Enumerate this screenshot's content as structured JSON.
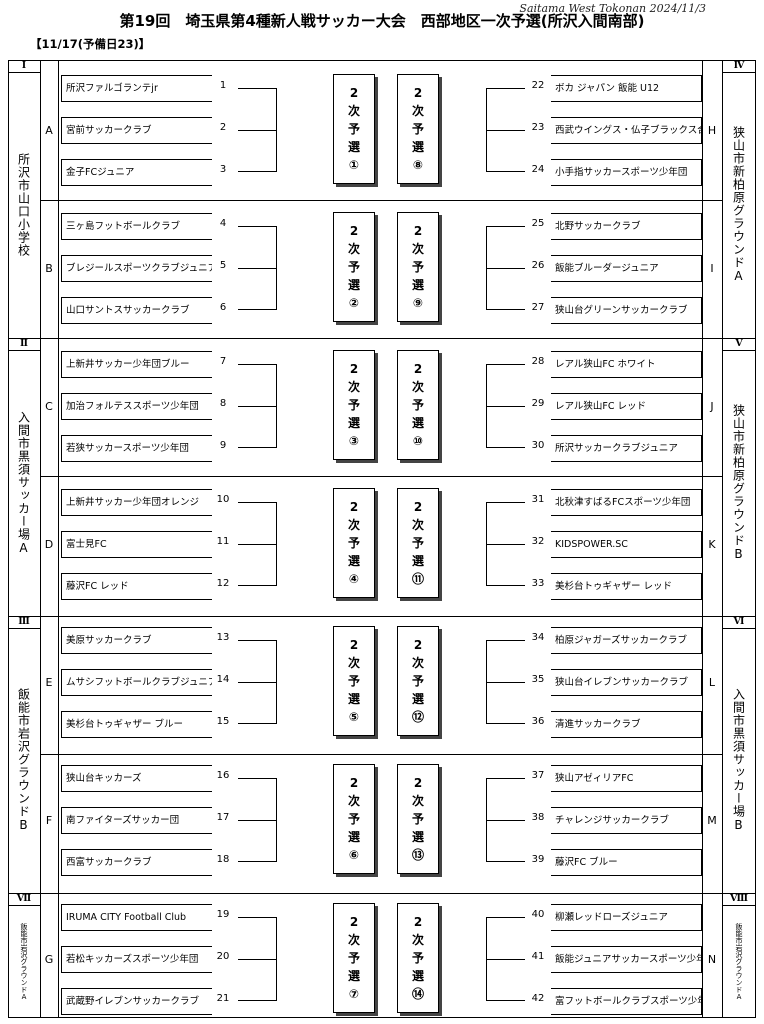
{
  "title": "第19回　埼玉県第4種新人戦サッカー大会　西部地区一次予選(所沢入間南部)",
  "watermark": "Saitama West Tokonan 2024/11/3",
  "date_note": "【11/17(予備日23)】",
  "venues_left": [
    {
      "roman": "Ⅰ",
      "name": "所沢市山口小学校"
    },
    {
      "roman": "Ⅱ",
      "name": "入間市黒須サッカー場A"
    },
    {
      "roman": "Ⅲ",
      "name": "飯能市岩沢グラウンドB"
    },
    {
      "roman": "Ⅶ",
      "name": "飯能市岩沢グラウンドA"
    }
  ],
  "venues_right": [
    {
      "roman": "Ⅳ",
      "name": "狭山市新柏原グラウンドA"
    },
    {
      "roman": "Ⅴ",
      "name": "狭山市新柏原グラウンドB"
    },
    {
      "roman": "Ⅵ",
      "name": "入間市黒須サッカー場B"
    },
    {
      "roman": "Ⅷ",
      "name": "飯能市岩沢グラウンドA"
    }
  ],
  "blocks": [
    {
      "left_group": "A",
      "right_group": "H",
      "q_left": [
        "2",
        "次",
        "予",
        "選",
        "①"
      ],
      "q_right": [
        "2",
        "次",
        "予",
        "選",
        "⑧"
      ],
      "left": [
        {
          "num": "1",
          "name": "所沢ファルゴランテjr"
        },
        {
          "num": "2",
          "name": "宮前サッカークラブ"
        },
        {
          "num": "3",
          "name": "金子FCジュニア"
        }
      ],
      "right": [
        {
          "num": "22",
          "name": "ボカ ジャパン 飯能 U12"
        },
        {
          "num": "23",
          "name": "西武ウイングス・仏子ブラックス合同"
        },
        {
          "num": "24",
          "name": "小手指サッカースポーツ少年団"
        }
      ]
    },
    {
      "left_group": "B",
      "right_group": "I",
      "q_left": [
        "2",
        "次",
        "予",
        "選",
        "②"
      ],
      "q_right": [
        "2",
        "次",
        "予",
        "選",
        "⑨"
      ],
      "left": [
        {
          "num": "4",
          "name": "三ヶ島フットボールクラブ"
        },
        {
          "num": "5",
          "name": "ブレジールスポーツクラブジュニア"
        },
        {
          "num": "6",
          "name": "山口サントスサッカークラブ"
        }
      ],
      "right": [
        {
          "num": "25",
          "name": "北野サッカークラブ"
        },
        {
          "num": "26",
          "name": "飯能ブルーダージュニア"
        },
        {
          "num": "27",
          "name": "狭山台グリーンサッカークラブ"
        }
      ]
    },
    {
      "left_group": "C",
      "right_group": "J",
      "q_left": [
        "2",
        "次",
        "予",
        "選",
        "③"
      ],
      "q_right": [
        "2",
        "次",
        "予",
        "選",
        "⑩"
      ],
      "left": [
        {
          "num": "7",
          "name": "上新井サッカー少年団ブルー"
        },
        {
          "num": "8",
          "name": "加治フォルテススポーツ少年団"
        },
        {
          "num": "9",
          "name": "若狭サッカースポーツ少年団"
        }
      ],
      "right": [
        {
          "num": "28",
          "name": "レアル狭山FC ホワイト"
        },
        {
          "num": "29",
          "name": "レアル狭山FC レッド"
        },
        {
          "num": "30",
          "name": "所沢サッカークラブジュニア"
        }
      ]
    },
    {
      "left_group": "D",
      "right_group": "K",
      "q_left": [
        "2",
        "次",
        "予",
        "選",
        "④"
      ],
      "q_right": [
        "2",
        "次",
        "予",
        "選",
        "⑪"
      ],
      "left": [
        {
          "num": "10",
          "name": "上新井サッカー少年団オレンジ"
        },
        {
          "num": "11",
          "name": "富士見FC"
        },
        {
          "num": "12",
          "name": "藤沢FC レッド"
        }
      ],
      "right": [
        {
          "num": "31",
          "name": "北秋津すばるFCスポーツ少年団"
        },
        {
          "num": "32",
          "name": "KIDSPOWER.SC"
        },
        {
          "num": "33",
          "name": "美杉台トゥギャザー レッド"
        }
      ]
    },
    {
      "left_group": "E",
      "right_group": "L",
      "q_left": [
        "2",
        "次",
        "予",
        "選",
        "⑤"
      ],
      "q_right": [
        "2",
        "次",
        "予",
        "選",
        "⑫"
      ],
      "left": [
        {
          "num": "13",
          "name": "美原サッカークラブ"
        },
        {
          "num": "14",
          "name": "ムサシフットボールクラブジュニア"
        },
        {
          "num": "15",
          "name": "美杉台トゥギャザー ブルー"
        }
      ],
      "right": [
        {
          "num": "34",
          "name": "柏原ジャガーズサッカークラブ"
        },
        {
          "num": "35",
          "name": "狭山台イレブンサッカークラブ"
        },
        {
          "num": "36",
          "name": "清進サッカークラブ"
        }
      ]
    },
    {
      "left_group": "F",
      "right_group": "M",
      "q_left": [
        "2",
        "次",
        "予",
        "選",
        "⑥"
      ],
      "q_right": [
        "2",
        "次",
        "予",
        "選",
        "⑬"
      ],
      "left": [
        {
          "num": "16",
          "name": "狭山台キッカーズ"
        },
        {
          "num": "17",
          "name": "南ファイターズサッカー団"
        },
        {
          "num": "18",
          "name": "西富サッカークラブ"
        }
      ],
      "right": [
        {
          "num": "37",
          "name": "狭山アゼィリアFC"
        },
        {
          "num": "38",
          "name": "チャレンジサッカークラブ"
        },
        {
          "num": "39",
          "name": "藤沢FC ブルー"
        }
      ]
    },
    {
      "left_group": "G",
      "right_group": "N",
      "q_left": [
        "2",
        "次",
        "予",
        "選",
        "⑦"
      ],
      "q_right": [
        "2",
        "次",
        "予",
        "選",
        "⑭"
      ],
      "left": [
        {
          "num": "19",
          "name": "IRUMA CITY Football Club"
        },
        {
          "num": "20",
          "name": "若松キッカーズスポーツ少年団"
        },
        {
          "num": "21",
          "name": "武蔵野イレブンサッカークラブ"
        }
      ],
      "right": [
        {
          "num": "40",
          "name": "柳瀬レッドローズジュニア"
        },
        {
          "num": "41",
          "name": "飯能ジュニアサッカースポーツ少年団"
        },
        {
          "num": "42",
          "name": "富フットボールクラブスポーツ少年団"
        }
      ]
    }
  ]
}
